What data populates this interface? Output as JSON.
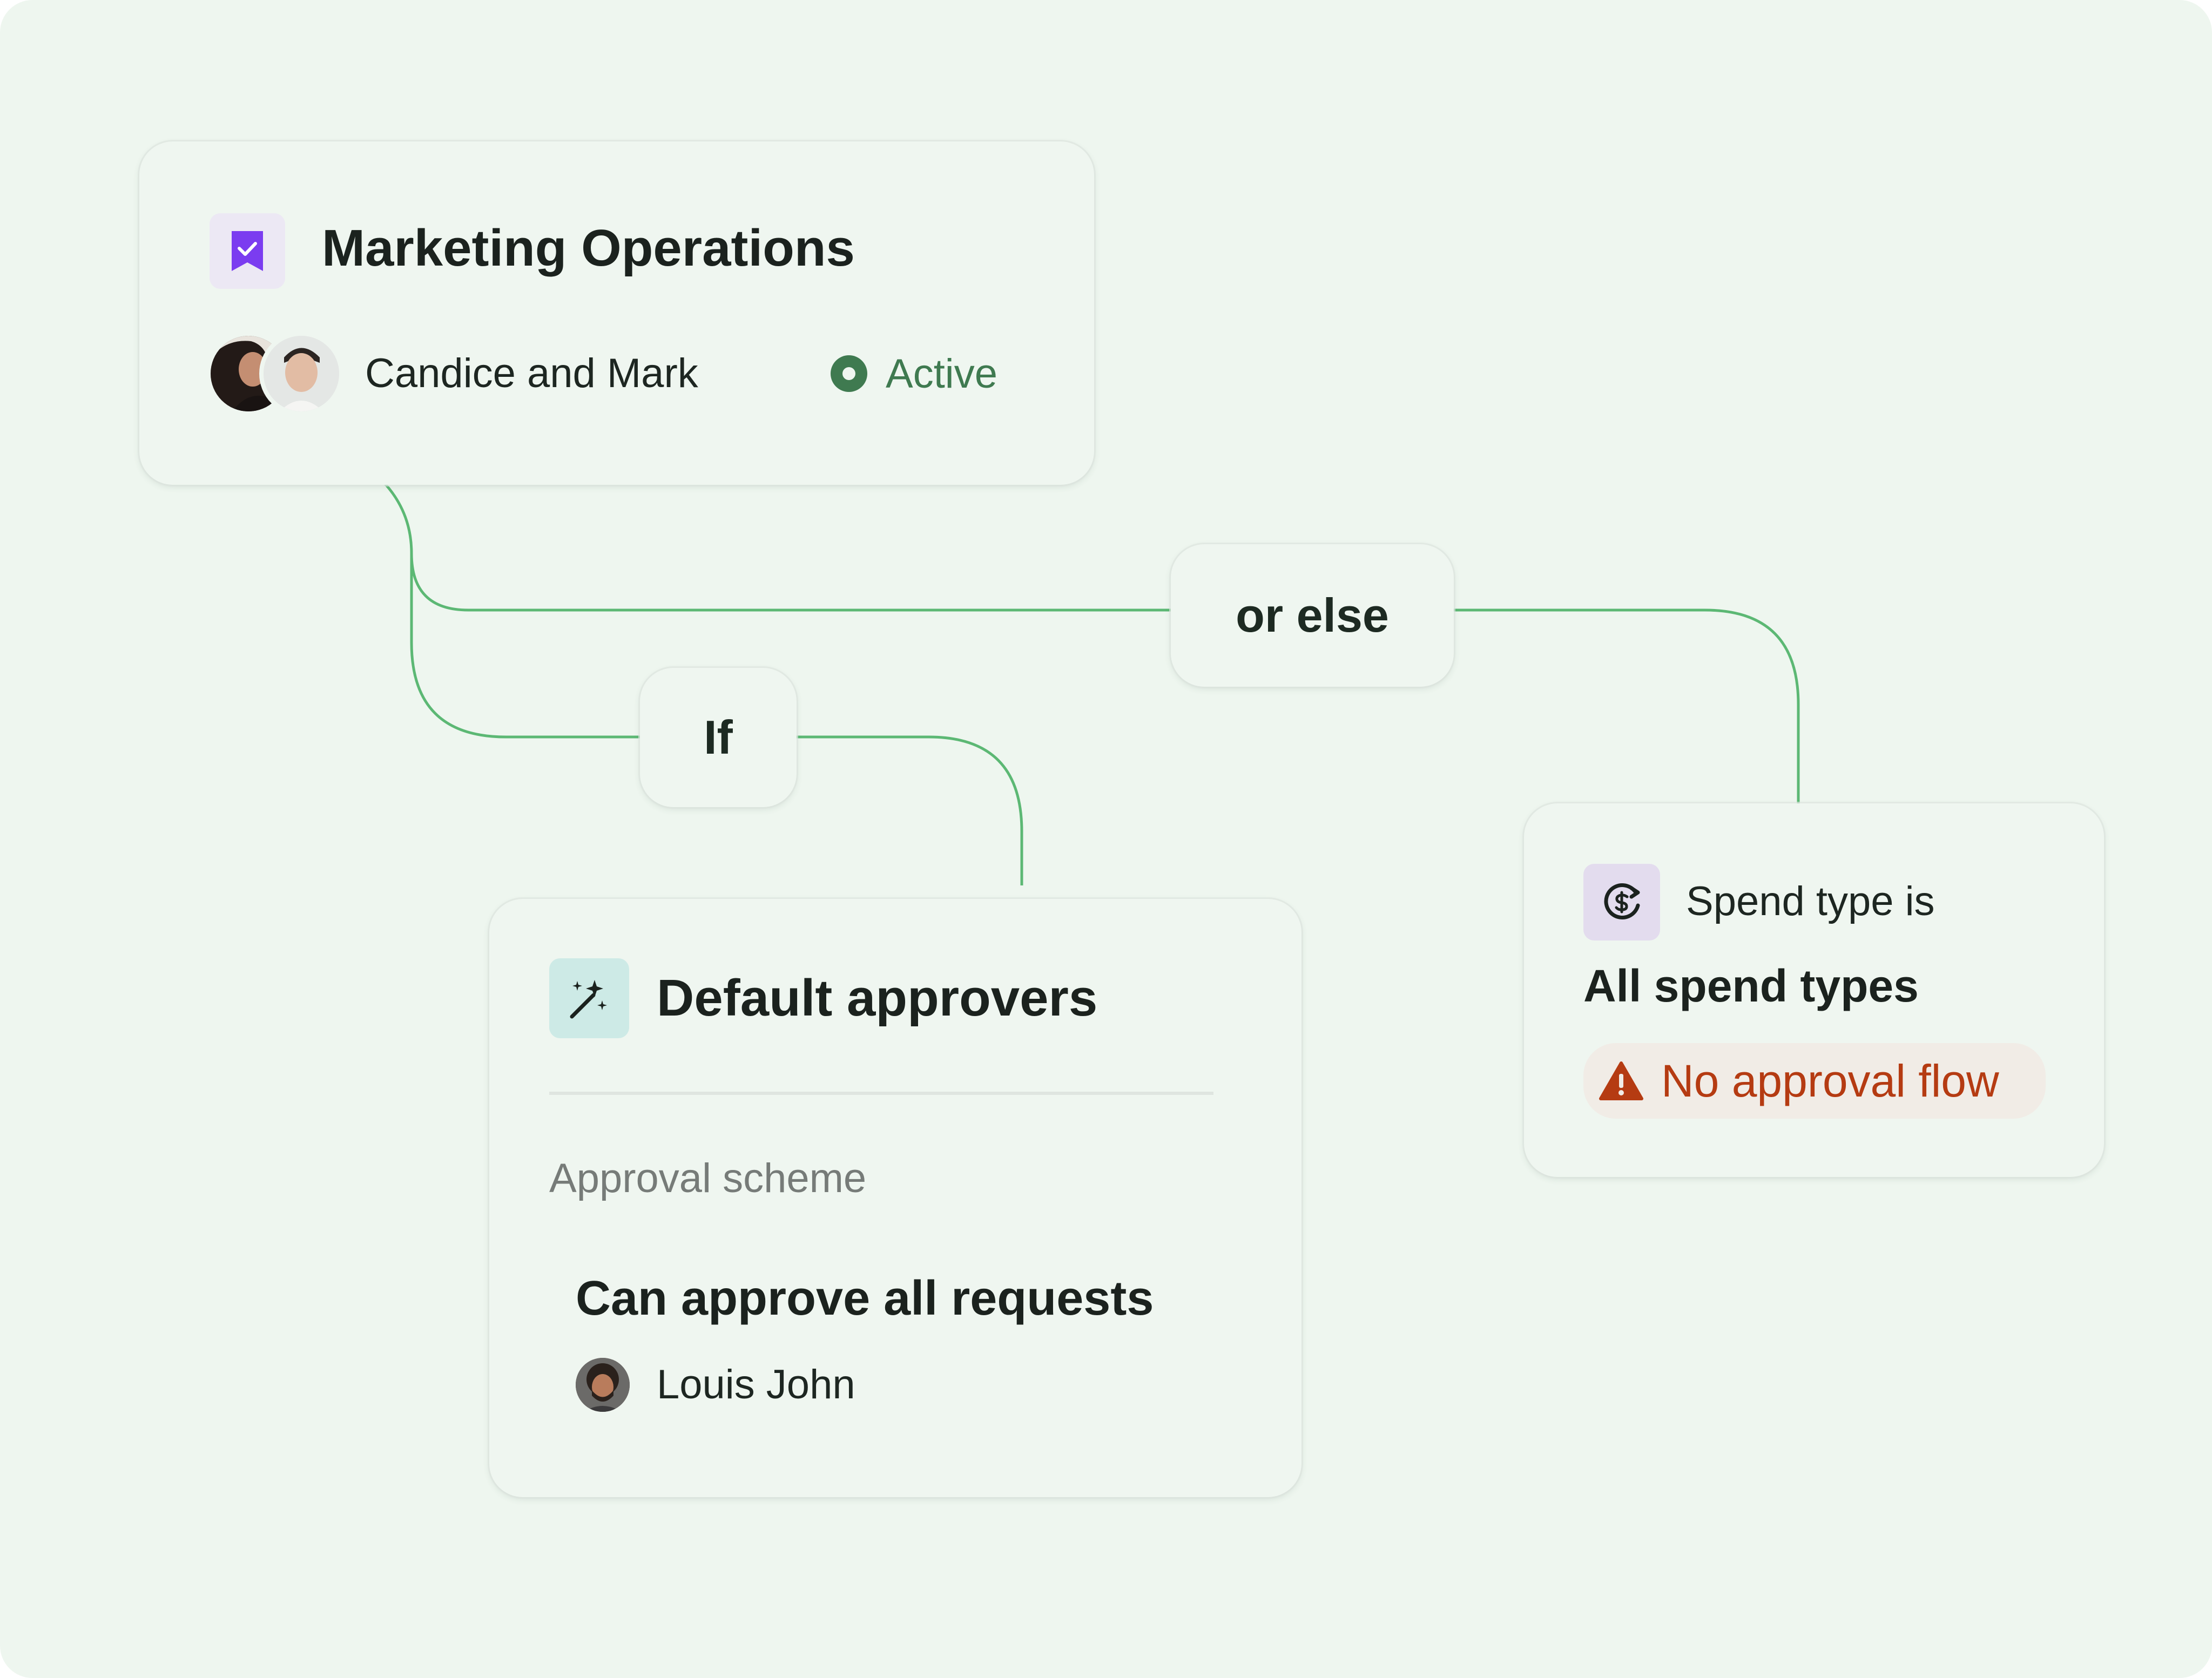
{
  "colors": {
    "background": "#eef6ef",
    "connector": "#5cb874",
    "active_green": "#3f7a50",
    "warning_orange": "#b53b12",
    "bookmark_purple": "#7b3cf0",
    "wand_bg": "#cdeae6",
    "spend_bg": "#e3dcee"
  },
  "top_card": {
    "icon": "bookmark-check-icon",
    "title": "Marketing Operations",
    "owners_label": "Candice and Mark",
    "status": "Active"
  },
  "branches": {
    "if_label": "If",
    "else_label": "or else"
  },
  "default_card": {
    "icon": "magic-wand-icon",
    "title": "Default approvers",
    "section_label": "Approval scheme",
    "rule_title": "Can approve all requests",
    "approver_name": "Louis John"
  },
  "spend_card": {
    "icon": "currency-exchange-icon",
    "condition_label": "Spend type is",
    "condition_value": "All spend types",
    "warning_icon": "warning-triangle-icon",
    "warning_text": "No approval flow"
  }
}
